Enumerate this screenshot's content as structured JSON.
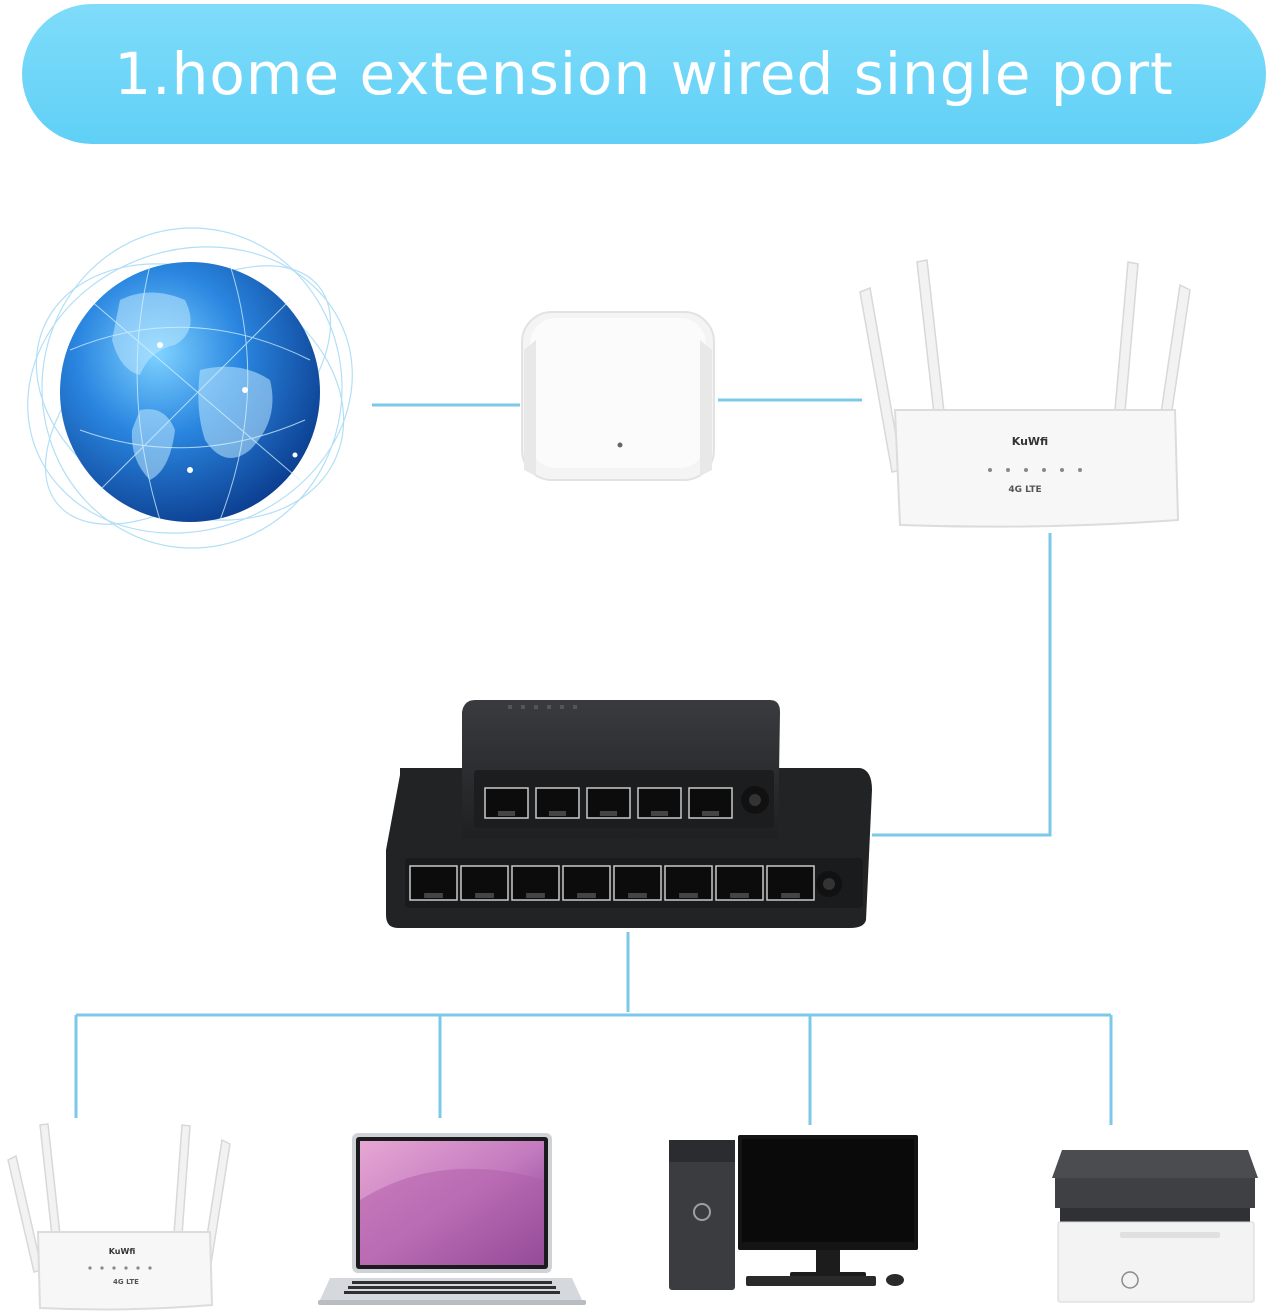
{
  "banner": {
    "title": "1.home extension wired single port"
  },
  "devices": {
    "router_top": {
      "brand": "KuWfi",
      "lte": "4G LTE"
    },
    "router_bottom": {
      "brand": "KuWfi",
      "lte": "4G LTE"
    },
    "switch_small": {
      "ports": 5
    },
    "switch_large": {
      "ports": 8
    }
  },
  "colors": {
    "banner": "#68d3f7",
    "connector": "#7cc8e8",
    "switch_body": "#232426",
    "globe": "#2a7fd8"
  },
  "icons": [
    "internet-globe-icon",
    "wireless-extender-icon",
    "router-icon",
    "network-switch-icon",
    "laptop-icon",
    "desktop-pc-icon",
    "printer-icon"
  ]
}
